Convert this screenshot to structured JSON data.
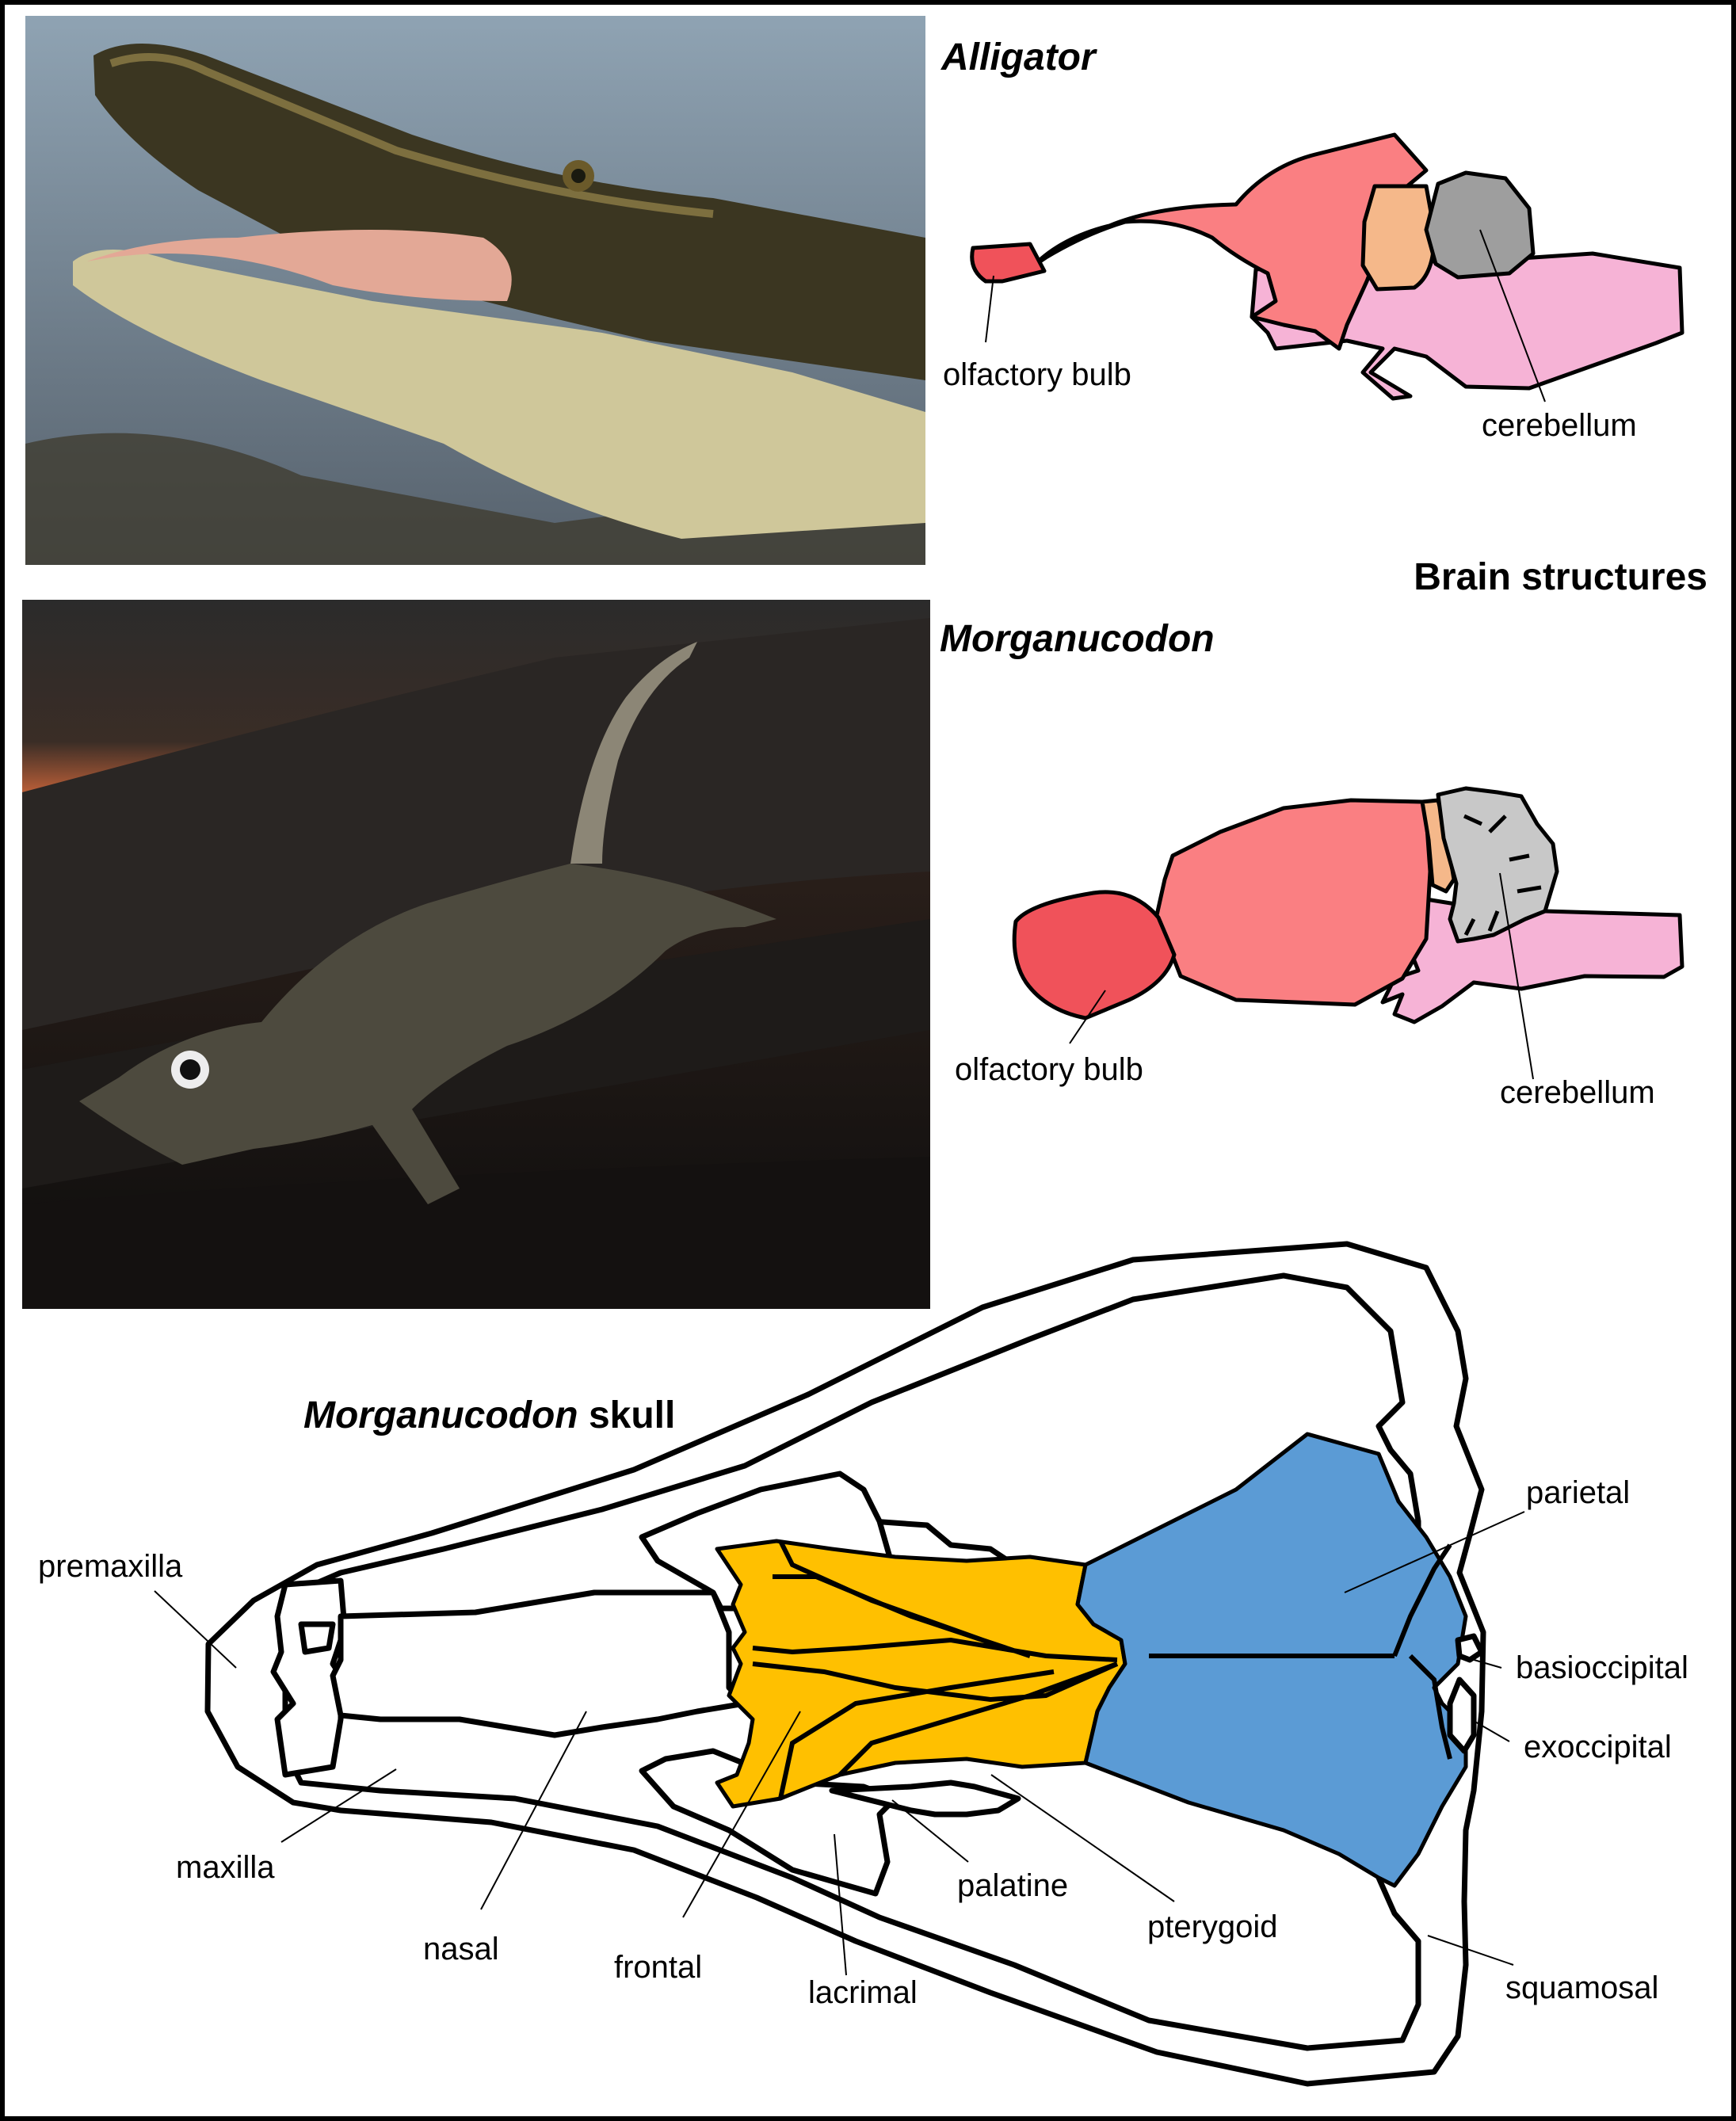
{
  "titles": {
    "alligator": "Alligator",
    "morganucodon": "Morganucodon",
    "brain_structures": "Brain structures",
    "skull_italic": "Morganucodon",
    "skull_rest": " skull"
  },
  "brain_labels": {
    "alligator_olfactory": "olfactory bulb",
    "alligator_cerebellum": "cerebellum",
    "morg_olfactory": "olfactory bulb",
    "morg_cerebellum": "cerebellum"
  },
  "skull_labels": {
    "premaxilla": "premaxilla",
    "maxilla": "maxilla",
    "nasal": "nasal",
    "frontal": "frontal",
    "lacrimal": "lacrimal",
    "palatine": "palatine",
    "pterygoid": "pterygoid",
    "parietal": "parietal",
    "basioccipital": "basioccipital",
    "exoccipital": "exoccipital",
    "squamosal": "squamosal"
  },
  "colors": {
    "olfactory_bulb": "#f0525a",
    "cerebrum": "#fa7f82",
    "optic_lobe": "#f5b88a",
    "cerebellum": "#9e9e9e",
    "brainstem": "#f6b3d6",
    "frontal_bone": "#ffc000",
    "parietal_bone": "#5b9bd5"
  },
  "photos": {
    "alligator": "alligator-photo",
    "morganucodon": "morganucodon-illustration"
  }
}
